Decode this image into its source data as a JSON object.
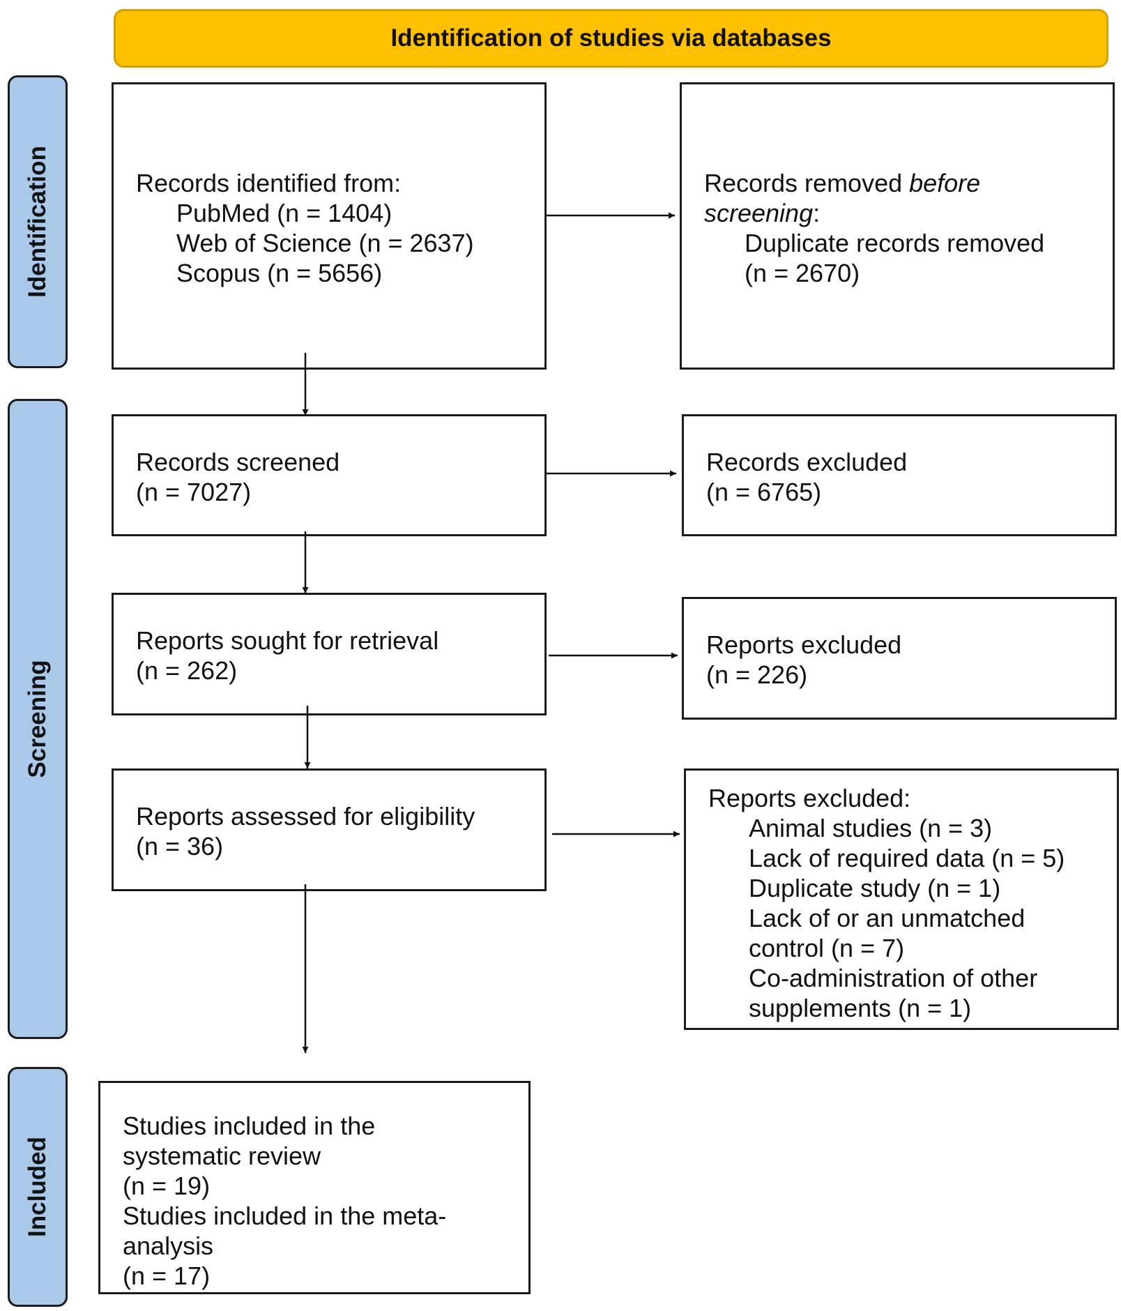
{
  "header": {
    "title": "Identification of studies via databases"
  },
  "stages": {
    "identification": "Identification",
    "screening": "Screening",
    "included": "Included"
  },
  "records_identified": {
    "heading": "Records identified from:",
    "pubmed": "PubMed (n = 1404)",
    "wos": "Web of Science (n = 2637)",
    "scopus": "Scopus (n = 5656)"
  },
  "records_removed": {
    "line1_prefix": "Records removed ",
    "line1_italic": "before",
    "line2_italic": "screening",
    "line2_suffix": ":",
    "line3": "Duplicate records removed",
    "line4": "(n = 2670)"
  },
  "records_screened": {
    "label": "Records screened",
    "count": "(n = 7027)"
  },
  "records_excluded": {
    "label": "Records excluded",
    "count": "(n = 6765)"
  },
  "reports_sought": {
    "label": "Reports sought for retrieval",
    "count": "(n = 262)"
  },
  "reports_excluded_1": {
    "label": "Reports excluded",
    "count": "(n = 226)"
  },
  "reports_assessed": {
    "label": "Reports assessed for eligibility",
    "count": "(n = 36)"
  },
  "reports_excluded_2": {
    "heading": "Reports excluded:",
    "items": [
      "Animal studies (n = 3)",
      "Lack of required data (n = 5)",
      "Duplicate study (n = 1)",
      "Lack of or an unmatched",
      "control (n = 7)",
      "Co-administration of other",
      "supplements (n = 1)"
    ]
  },
  "included": {
    "line1": "Studies included in the",
    "line2": "systematic review",
    "line3": "(n = 19)",
    "line4": "Studies included in the meta-",
    "line5": "analysis",
    "line6": "(n = 17)"
  }
}
